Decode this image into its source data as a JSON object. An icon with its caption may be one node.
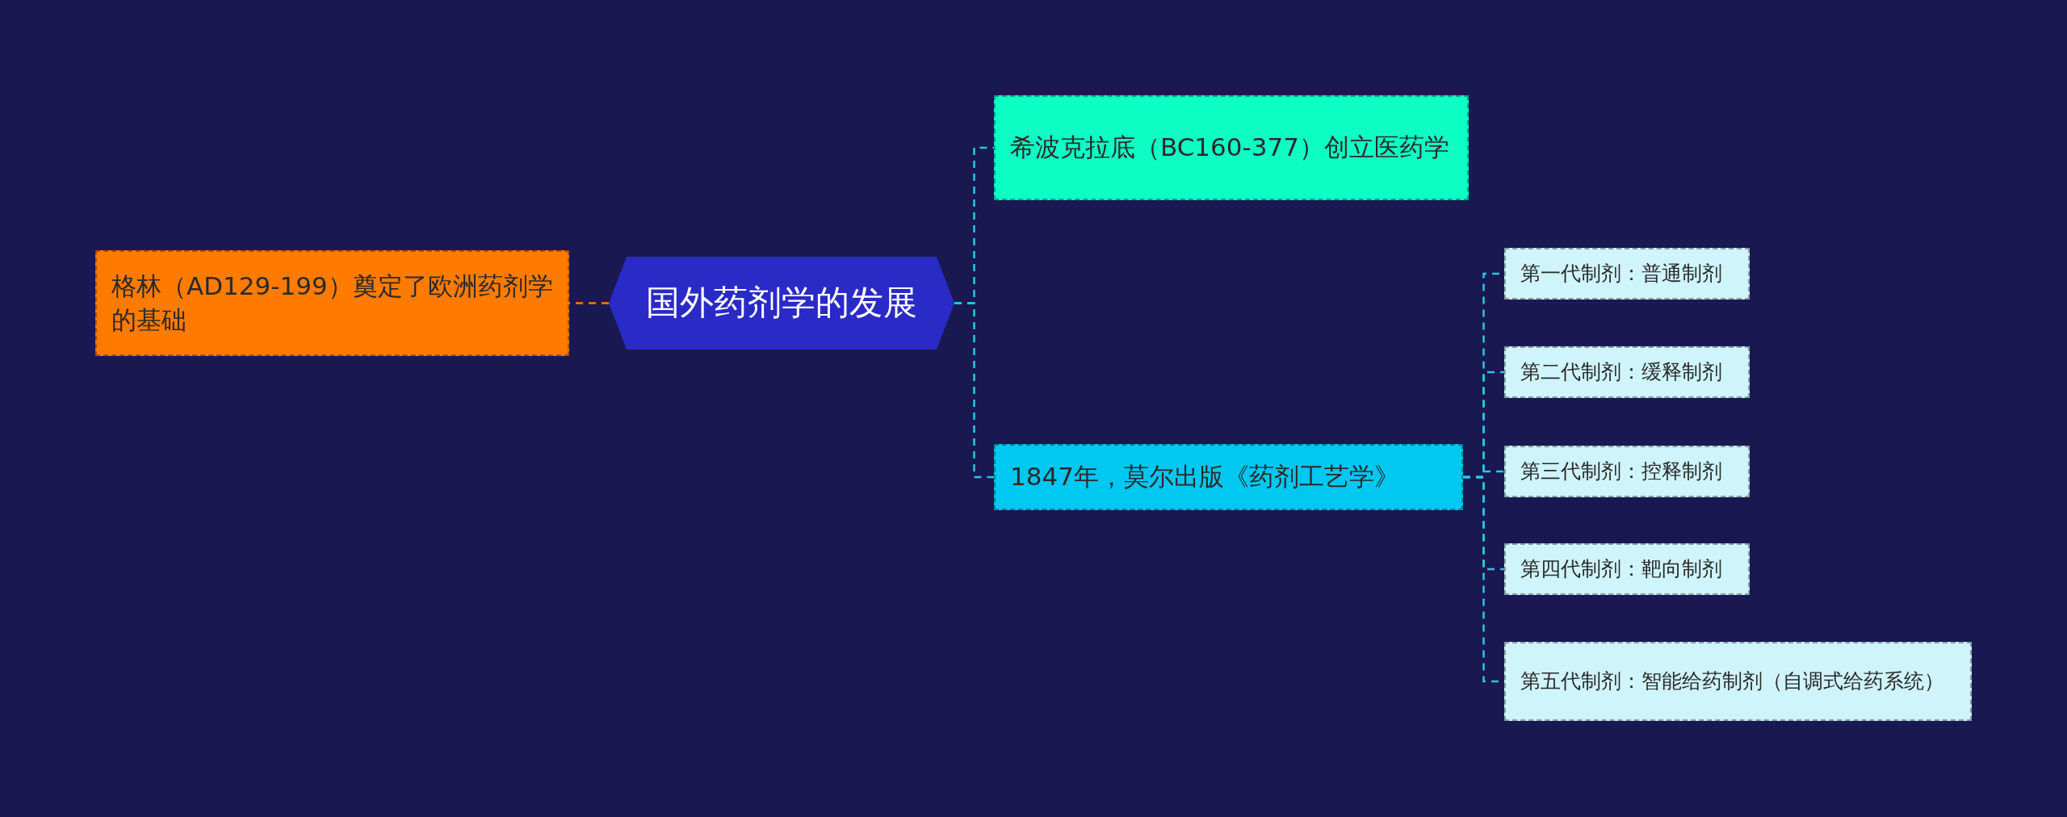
{
  "diagram": {
    "nodes": [
      {
        "text": [
          "国外药剂学的发展"
        ]
      },
      {
        "text": [
          "格林（AD129-199）奠定了欧洲药剂学的基础"
        ]
      },
      {
        "text": [
          "希波克拉底（BC160-377）创立医药学"
        ]
      },
      {
        "text": [
          "1847年，莫尔出版《药剂工艺学》"
        ]
      },
      {
        "text": [
          "第一代制剂：普通制剂"
        ]
      },
      {
        "text": [
          "第二代制剂：缓释制剂"
        ]
      },
      {
        "text": [
          "第三代制剂：控释制剂"
        ]
      },
      {
        "text": [
          "第四代制剂：靶向制剂"
        ]
      },
      {
        "text": [
          "第五代制剂：智能给药制剂（自调式给药系统）"
        ]
      }
    ],
    "edges": [
      {
        "from": 0,
        "to": 1,
        "arrow": "none",
        "color": "#ff7b00"
      },
      {
        "from": 0,
        "to": 2,
        "arrow": "none"
      },
      {
        "from": 0,
        "to": 3,
        "arrow": "none"
      },
      {
        "from": 3,
        "to": 4,
        "arrow": "none"
      },
      {
        "from": 3,
        "to": 5,
        "arrow": "none"
      },
      {
        "from": 3,
        "to": 6,
        "arrow": "none"
      },
      {
        "from": 3,
        "to": 7,
        "arrow": "none"
      },
      {
        "from": 3,
        "to": 8,
        "arrow": "none"
      }
    ]
  }
}
